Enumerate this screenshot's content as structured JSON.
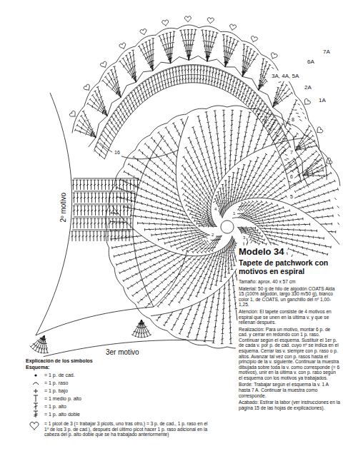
{
  "diagram": {
    "title": "Modelo 34",
    "labels": [
      "7A",
      "6A",
      "3A, 4A, 5A",
      "2A",
      "1A",
      "8",
      "7",
      "6",
      "5",
      "16",
      "1",
      "2",
      "3",
      "4",
      "2º motivo",
      "3er motivo",
      "Tapete de patchwork con motivos en espiral",
      "Tamaño: aprox. 40 x 57 cm",
      "Material: 50 g de hilo de algodón COATS Alda 15 (100% algodón, largo 330 m/50 g), blanco color 1, de COATS, un ganchillo del nº 1,00-1,25.",
      "Atención: El tapete consiste de 4 motivos en espiral que se unen en la última v. y que se rellenan después.",
      "Realización: Para un motivo, montar 6 p. de cad. y cerrar en redondo con 1 p. raso. Continuar según el esquema. Sustituir el 1er p. de cada v. por p. de cad. cuyo nº se indica en el esquema. Cerrar las v. siempre con p. raso o p. altos. Avanzar tal vez con p. rasos hasta el principio de la v. siguiente. Continuar la muestra dibujada sobre toda la v. como corresponde (= 6 motivos), unir en la última v. con p. raso según el esquema con los motivos ya trabajados.",
      "Borde: Trabajar según el esquema la v. 1 A hasta 7 A. Continuar la muestra como corresponde.",
      "Acabado: Estirar la labor (ver instrucciones en la página 15 de las hojas de explicaciones).",
      "Explicación de los símbolos",
      "Esquema:"
    ],
    "legend": [
      {
        "text": "= 1 p. de cad."
      },
      {
        "text": "= 1 p. raso"
      },
      {
        "text": "= 1 p. bajo"
      },
      {
        "text": "= 1 medio p. alto"
      },
      {
        "text": "= 1 p. alto"
      },
      {
        "text": "= 1 p. alto doble"
      },
      {
        "text": "= 1 picot de 3 (= trabajar 3 picots, uno tras otro,) = 3 p. de cad., 1 p. raso en el 1º de los 3 p. de cad.), después del último picot hacer 1 p. raso adicional en la cabeza del p. alto doble que se ha trabajado anteriormente)"
      }
    ]
  }
}
